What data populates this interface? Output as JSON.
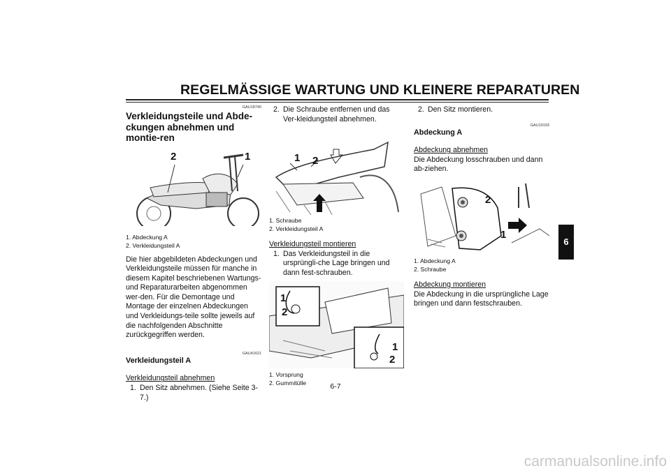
{
  "header": {
    "title": "REGELMÄSSIGE WARTUNG UND KLEINERE REPARATUREN",
    "tab": "6"
  },
  "col1": {
    "code1": "GAU18740",
    "title": "Verkleidungsteile und Abde-ckungen abnehmen und montie-ren",
    "fig_labels": [
      "2",
      "1"
    ],
    "captions": [
      "1. Abdeckung A",
      "2. Verkleidungsteil A"
    ],
    "para": "Die hier abgebildeten Abdeckungen und Verkleidungsteile müssen für manche in diesem Kapitel beschriebenen Wartungs- und Reparaturarbeiten abgenommen wer-den. Für die Demontage und Montage der einzelnen Abdeckungen und Verkleidungs-teile sollte jeweils auf die nachfolgenden Abschnitte zurückgegriffen werden.",
    "code2": "GAU41621",
    "subtitle": "Verkleidungsteil A",
    "removal_heading": "Verkleidungsteil abnehmen",
    "step1_num": "1.",
    "step1": "Den Sitz abnehmen. (Siehe Seite 3-7.)"
  },
  "col2": {
    "step2_num": "2.",
    "step2": "Die Schraube entfernen und das Ver-kleidungsteil abnehmen.",
    "fig1_labels": [
      "1",
      "2"
    ],
    "fig1_captions": [
      "1. Schraube",
      "2. Verkleidungsteil A"
    ],
    "install_heading": "Verkleidungsteil montieren",
    "istep1_num": "1.",
    "istep1": "Das Verkleidungsteil in die ursprüngli-che Lage bringen und dann fest-schrauben.",
    "fig2_labels": [
      "1",
      "2",
      "1",
      "2"
    ],
    "fig2_captions": [
      "1. Vorsprung",
      "2. Gummitülle"
    ]
  },
  "col3": {
    "step2_num": "2.",
    "step2": "Den Sitz montieren.",
    "code": "GAU19193",
    "subtitle": "Abdeckung A",
    "removal_heading": "Abdeckung abnehmen",
    "removal_text": "Die Abdeckung losschrauben und dann ab-ziehen.",
    "fig_labels": [
      "2",
      "1"
    ],
    "captions": [
      "1. Abdeckung A",
      "2. Schraube"
    ],
    "install_heading": "Abdeckung montieren",
    "install_text": "Die Abdeckung in die ursprüngliche Lage bringen und dann festschrauben."
  },
  "footer": {
    "page": "6-7",
    "watermark": "carmanualsonline.info"
  }
}
